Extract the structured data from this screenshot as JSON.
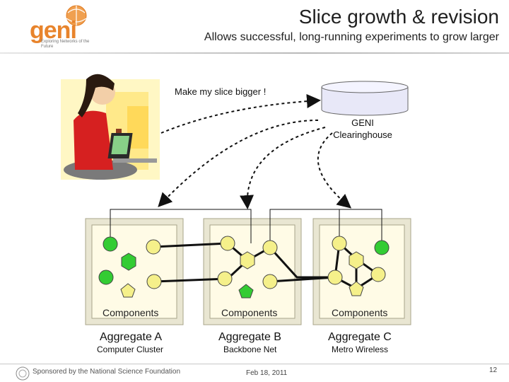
{
  "header": {
    "title": "Slice growth & revision",
    "subtitle": "Allows successful, long-running experiments to grow larger"
  },
  "logo": {
    "wordmark": "geni",
    "tagline": "Exploring Networks of the Future"
  },
  "diagram": {
    "request_label": "Make my slice bigger !",
    "clearinghouse_label_line1": "GENI",
    "clearinghouse_label_line2": "Clearinghouse",
    "aggregates": [
      {
        "components_label": "Components",
        "name": "Aggregate A",
        "type": "Computer Cluster"
      },
      {
        "components_label": "Components",
        "name": "Aggregate B",
        "type": "Backbone Net"
      },
      {
        "components_label": "Components",
        "name": "Aggregate C",
        "type": "Metro Wireless"
      }
    ],
    "colors": {
      "node_yellow": "#f5f08a",
      "node_green": "#33cc33",
      "box_fill": "#fffbe6",
      "box_border": "#b8b090"
    }
  },
  "footer": {
    "sponsor": "Sponsored by the National Science Foundation",
    "date": "Feb 18, 2011",
    "page": "12"
  }
}
